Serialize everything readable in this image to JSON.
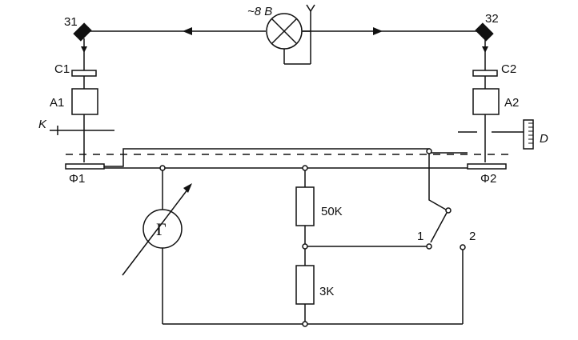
{
  "diagram": {
    "labels": {
      "electrode_left": "31",
      "electrode_right": "32",
      "source": "~8 B",
      "c1": "C1",
      "c2": "C2",
      "a1": "A1",
      "a2": "A2",
      "k": "K",
      "d": "D",
      "f1": "Φ1",
      "f2": "Φ2",
      "galvanometer": "Г",
      "r_50k": "50K",
      "r_3k": "3K",
      "switch_pos1": "1",
      "switch_pos2": "2"
    },
    "stroke_color": "#111111",
    "background": "#ffffff"
  }
}
